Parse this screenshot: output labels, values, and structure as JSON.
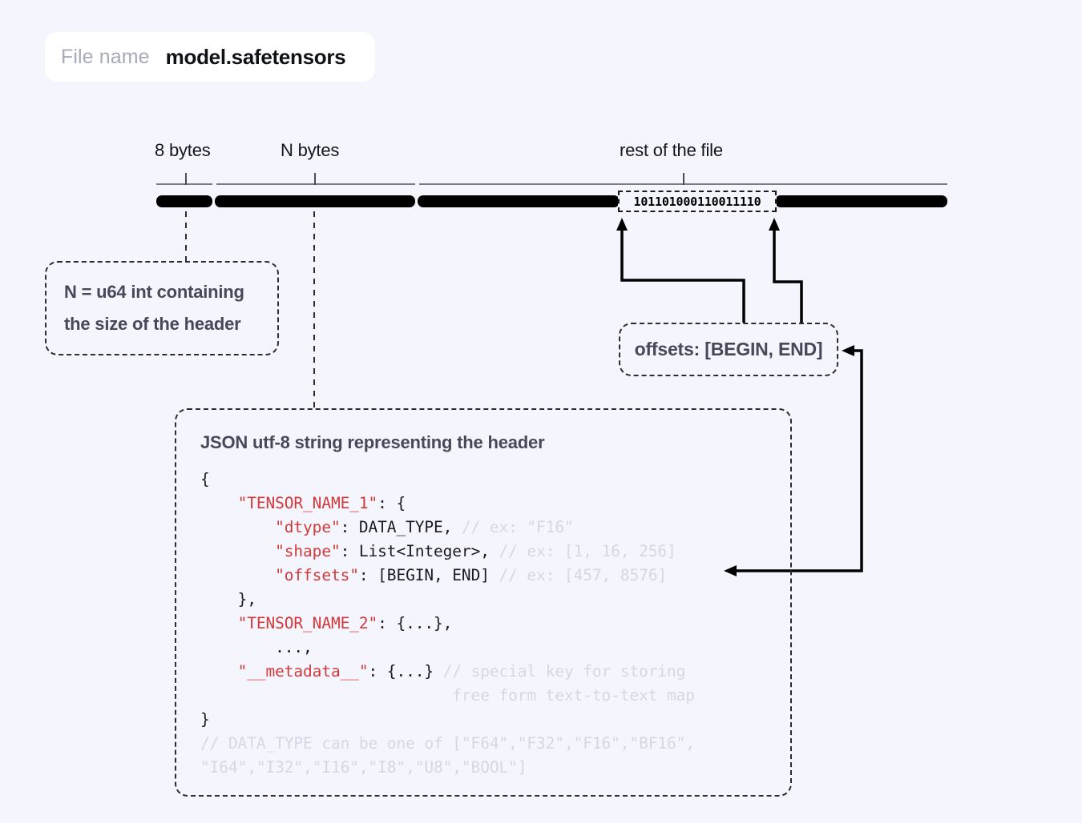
{
  "page": {
    "background": "#f5f5fd",
    "accent_red": "#d13a3a",
    "text_color": "#474859"
  },
  "filename": {
    "label": "File name",
    "value": "model.safetensors"
  },
  "segments": [
    {
      "name": "header-size-segment",
      "label": "8 bytes"
    },
    {
      "name": "header-segment",
      "label": "N bytes"
    },
    {
      "name": "data-segment",
      "label": "rest of the file"
    }
  ],
  "binary_chunk": {
    "value": "101101000110011110"
  },
  "callout_n": {
    "line1": "N = u64 int containing",
    "line2": "the size of the header"
  },
  "callout_offsets": {
    "text": "offsets: [BEGIN, END]"
  },
  "json_box": {
    "heading": "JSON utf-8 string representing the header",
    "code_lines": [
      {
        "indent": 0,
        "parts": [
          {
            "t": "plain",
            "s": "{"
          }
        ]
      },
      {
        "indent": 1,
        "parts": [
          {
            "t": "key",
            "s": "\"TENSOR_NAME_1\""
          },
          {
            "t": "plain",
            "s": ": {"
          }
        ]
      },
      {
        "indent": 2,
        "parts": [
          {
            "t": "key",
            "s": "\"dtype\""
          },
          {
            "t": "plain",
            "s": ": DATA_TYPE, "
          },
          {
            "t": "cmt",
            "s": "// ex: \"F16\""
          }
        ]
      },
      {
        "indent": 2,
        "parts": [
          {
            "t": "key",
            "s": "\"shape\""
          },
          {
            "t": "plain",
            "s": ": List<Integer>, "
          },
          {
            "t": "cmt",
            "s": "// ex: [1, 16, 256]"
          }
        ]
      },
      {
        "indent": 2,
        "parts": [
          {
            "t": "key",
            "s": "\"offsets\""
          },
          {
            "t": "plain",
            "s": ": [BEGIN, END] "
          },
          {
            "t": "cmt",
            "s": "// ex: [457, 8576]"
          }
        ]
      },
      {
        "indent": 1,
        "parts": [
          {
            "t": "plain",
            "s": "},"
          }
        ]
      },
      {
        "indent": 1,
        "parts": [
          {
            "t": "key",
            "s": "\"TENSOR_NAME_2\""
          },
          {
            "t": "plain",
            "s": ": {...},"
          }
        ]
      },
      {
        "indent": 2,
        "parts": [
          {
            "t": "plain",
            "s": "..."
          },
          {
            "t": "plain",
            "s": ","
          }
        ]
      },
      {
        "indent": 1,
        "parts": [
          {
            "t": "key",
            "s": "\"__metadata__\""
          },
          {
            "t": "plain",
            "s": ": {...} "
          },
          {
            "t": "cmt",
            "s": "// special key for storing"
          }
        ]
      },
      {
        "indent": 0,
        "parts": [
          {
            "t": "cmt",
            "s": "                           free form text-to-text map"
          }
        ]
      },
      {
        "indent": 0,
        "parts": [
          {
            "t": "plain",
            "s": "}"
          }
        ]
      },
      {
        "indent": 0,
        "parts": [
          {
            "t": "cmt",
            "s": "// DATA_TYPE can be one of [\"F64\",\"F32\",\"F16\",\"BF16\","
          }
        ]
      },
      {
        "indent": 0,
        "parts": [
          {
            "t": "cmt",
            "s": "\"I64\",\"I32\",\"I16\",\"I8\",\"U8\",\"BOOL\"]"
          }
        ]
      }
    ]
  }
}
